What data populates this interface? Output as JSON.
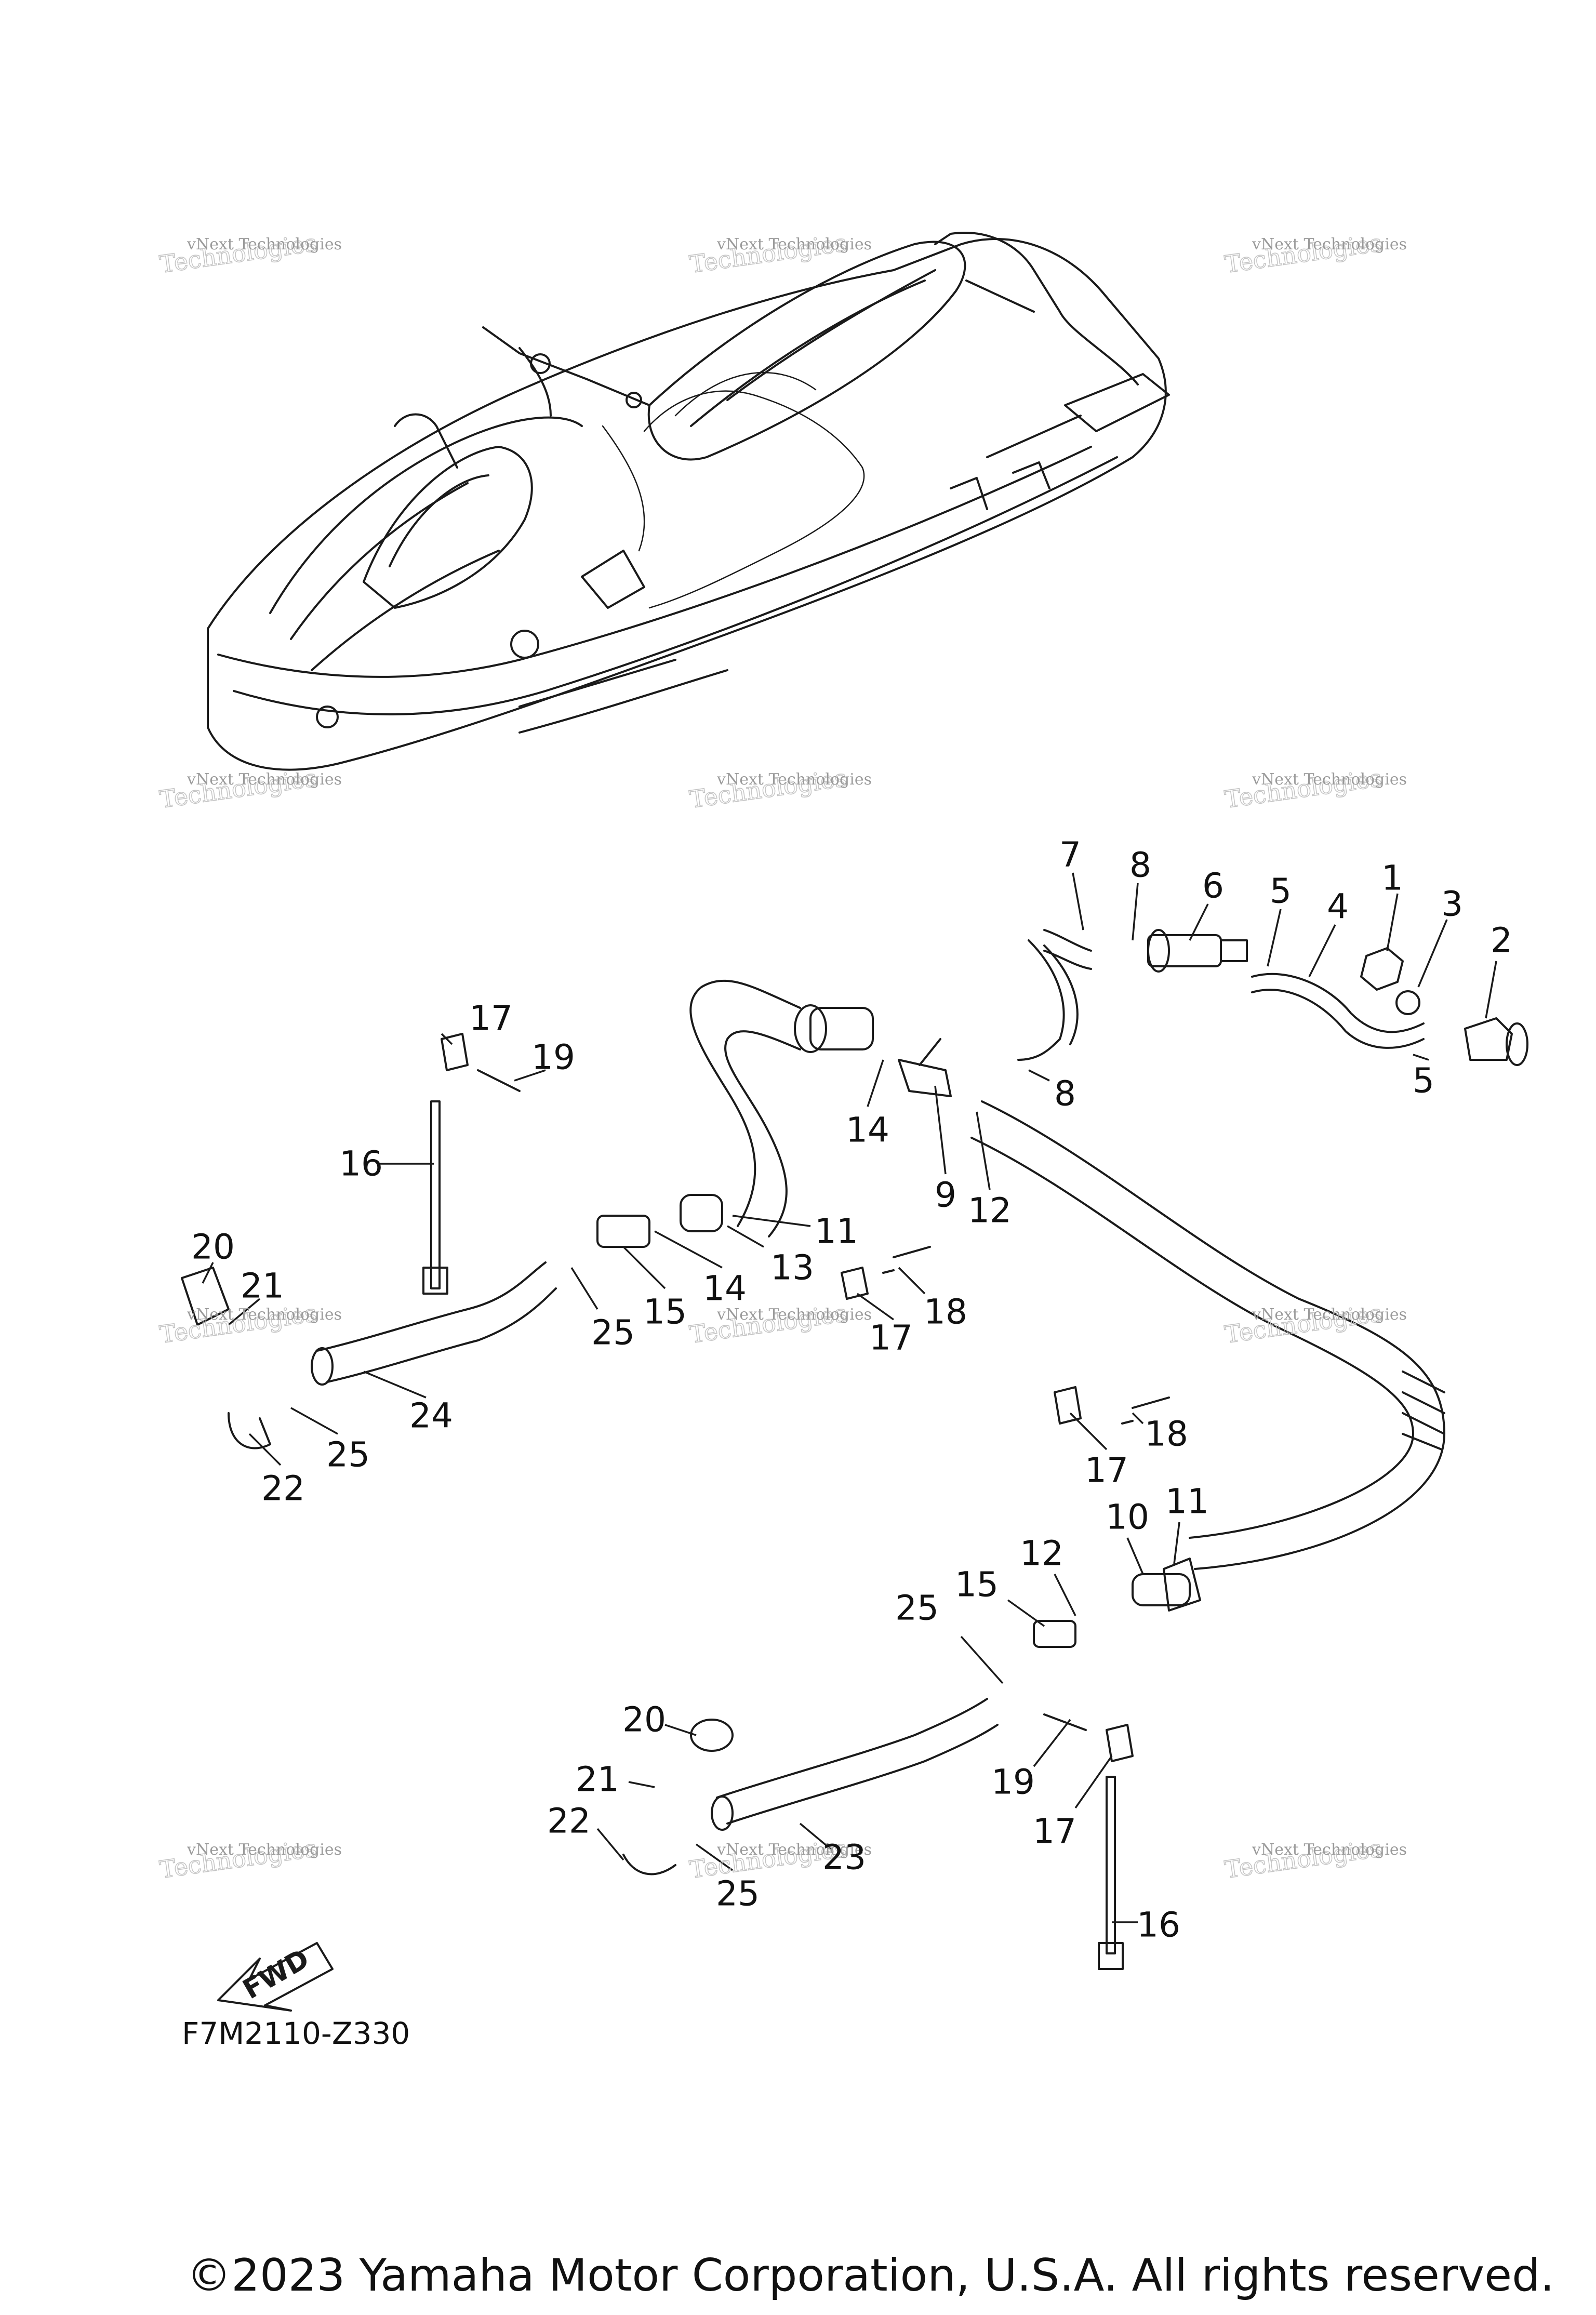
{
  "watermark": {
    "line1": "vNext Technologies",
    "line2": "Technologies",
    "line3": "vNext"
  },
  "figure_code": "F7M2110-Z330",
  "copyright": "©2023 Yamaha Motor Corporation, U.S.A. All rights reserved.",
  "fwd_label": "FWD",
  "callouts": {
    "c1": "1",
    "c2": "2",
    "c3": "3",
    "c4": "4",
    "c5a": "5",
    "c5b": "5",
    "c6": "6",
    "c7": "7",
    "c8a": "8",
    "c8b": "8",
    "c9": "9",
    "c10": "10",
    "c11a": "11",
    "c11b": "11",
    "c12a": "12",
    "c12b": "12",
    "c13": "13",
    "c14a": "14",
    "c14b": "14",
    "c15a": "15",
    "c15b": "15",
    "c16a": "16",
    "c16b": "16",
    "c17a": "17",
    "c17b": "17",
    "c17c": "17",
    "c17d": "17",
    "c18a": "18",
    "c18b": "18",
    "c19a": "19",
    "c19b": "19",
    "c20a": "20",
    "c20b": "20",
    "c21a": "21",
    "c21b": "21",
    "c22a": "22",
    "c22b": "22",
    "c23": "23",
    "c24": "24",
    "c25a": "25",
    "c25b": "25",
    "c25c": "25",
    "c25d": "25"
  },
  "colors": {
    "ink": "#1a1a1a",
    "watermark": "#9a9a9a",
    "background": "#ffffff"
  }
}
